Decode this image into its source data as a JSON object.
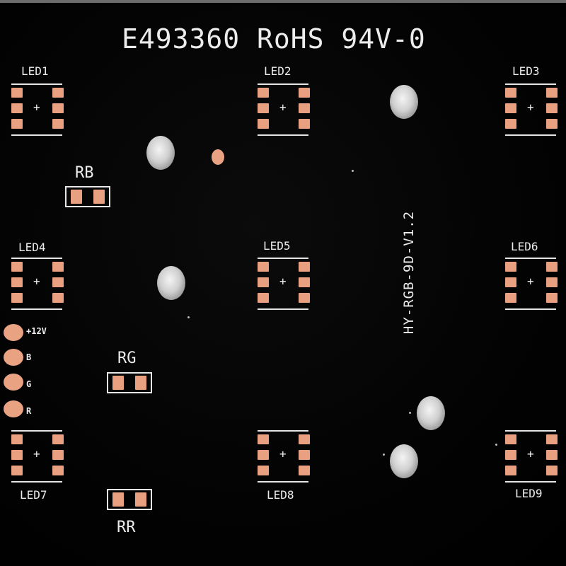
{
  "header": {
    "marking": "E493360 RoHS 94V-0"
  },
  "board_id": "HY-RGB-9D-V1.2",
  "leds": [
    {
      "ref": "LED1"
    },
    {
      "ref": "LED2"
    },
    {
      "ref": "LED3"
    },
    {
      "ref": "LED4"
    },
    {
      "ref": "LED5"
    },
    {
      "ref": "LED6"
    },
    {
      "ref": "LED7"
    },
    {
      "ref": "LED8"
    },
    {
      "ref": "LED9"
    }
  ],
  "led_polarity_mark": "+",
  "resistors": [
    {
      "ref": "RB"
    },
    {
      "ref": "RG"
    },
    {
      "ref": "RR"
    }
  ],
  "power_pads": [
    {
      "label": "+12V"
    },
    {
      "label": "B"
    },
    {
      "label": "G"
    },
    {
      "label": "R"
    }
  ],
  "colors": {
    "board": "#000000",
    "silkscreen": "#ececec",
    "copper_pad": "#e8a080",
    "mounting_hole": "#cfcfcf"
  }
}
